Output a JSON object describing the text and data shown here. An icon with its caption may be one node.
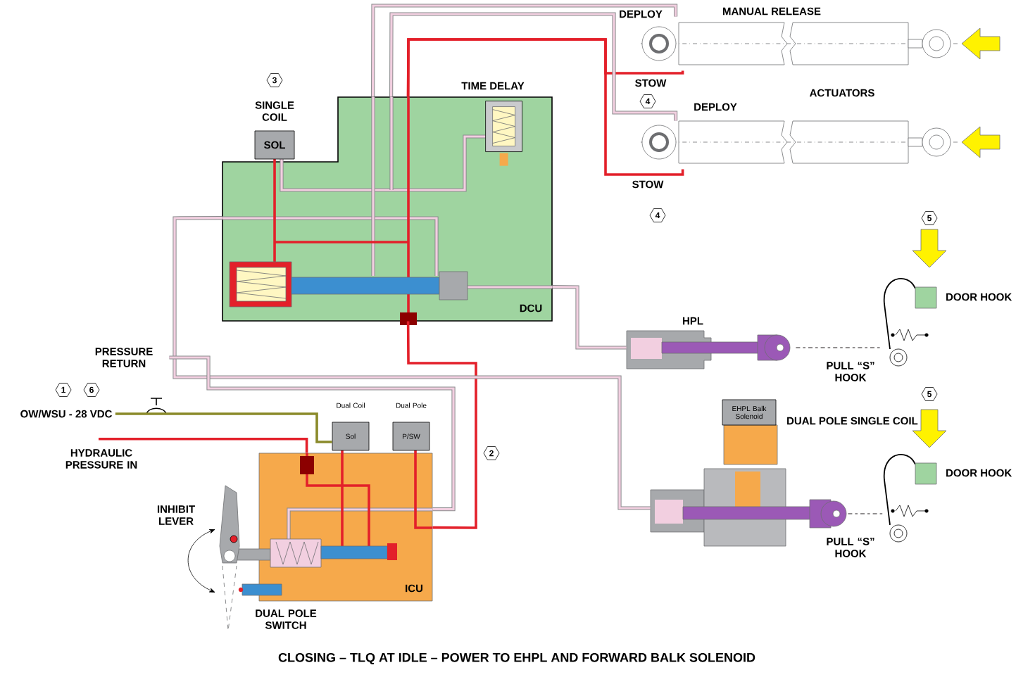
{
  "diagram": {
    "caption": "CLOSING – TLQ AT IDLE – POWER TO EHPL AND FORWARD BALK SOLENOID",
    "nodes": [
      {
        "text": [
          "DCU"
        ]
      },
      {
        "text": [
          "SINGLE COIL",
          "SOL"
        ]
      },
      {
        "text": [
          "TIME DELAY"
        ],
        "in": 0
      },
      {
        "text": [],
        "shape": "cylinder"
      },
      {
        "text": [],
        "shape": "cylinder"
      },
      {
        "text": [
          "HPL"
        ]
      },
      {
        "text": [
          "DOOR HOOK"
        ]
      },
      {
        "text": [
          "EHPL Balk Solenoid"
        ],
        "beside": [
          "DUAL POLE SINGLE COIL"
        ]
      },
      {
        "text": [],
        "shape": "box"
      },
      {
        "text": [
          "DOOR HOOK"
        ]
      },
      {
        "text": [
          "ICU"
        ]
      },
      {
        "text": [
          "Dual Coil",
          "Sol"
        ]
      },
      {
        "text": [
          "Dual Pole",
          "P/SW"
        ]
      },
      {
        "text": [
          "PRESSURE RETURN"
        ]
      },
      {
        "text": [
          "HYDRAULIC PRESSURE IN"
        ]
      },
      {
        "text": [
          "OW/WSU - 28 VDC"
        ]
      }
    ],
    "edges": [
      {
        "from": 14,
        "to": 10,
        "arrow": "none",
        "color": "#e3202a"
      },
      {
        "from": 15,
        "to": 11,
        "arrow": "none",
        "color": "#8a8a2a"
      },
      {
        "from": 10,
        "to": 0,
        "arrow": "none",
        "color": "#e3202a"
      },
      {
        "from": 0,
        "to": 3,
        "arrow": "none",
        "color": "#e3202a"
      },
      {
        "from": 0,
        "to": 4,
        "arrow": "none",
        "color": "#e3202a"
      },
      {
        "from": 0,
        "to": 3,
        "arrow": "none"
      },
      {
        "from": 0,
        "to": 4,
        "arrow": "none"
      },
      {
        "from": 0,
        "to": 5,
        "arrow": "none"
      },
      {
        "from": 0,
        "to": 8,
        "arrow": "none"
      },
      {
        "from": 13,
        "to": 10,
        "arrow": "none"
      },
      {
        "from": 5,
        "to": 6,
        "arrow": "none",
        "style": "dashed",
        "color": "#231f20"
      },
      {
        "from": 8,
        "to": 9,
        "arrow": "none",
        "style": "dashed",
        "color": "#231f20"
      }
    ],
    "labels": [
      "DEPLOY",
      "MANUAL RELEASE",
      "3",
      "STOW",
      "4",
      "ACTUATORS",
      "DEPLOY",
      "STOW",
      "4",
      "5",
      "PULL “S” HOOK",
      "1",
      "6",
      "5",
      "2",
      "INHIBIT LEVER",
      "PULL “S” HOOK",
      "DUAL POLE SWITCH"
    ]
  }
}
